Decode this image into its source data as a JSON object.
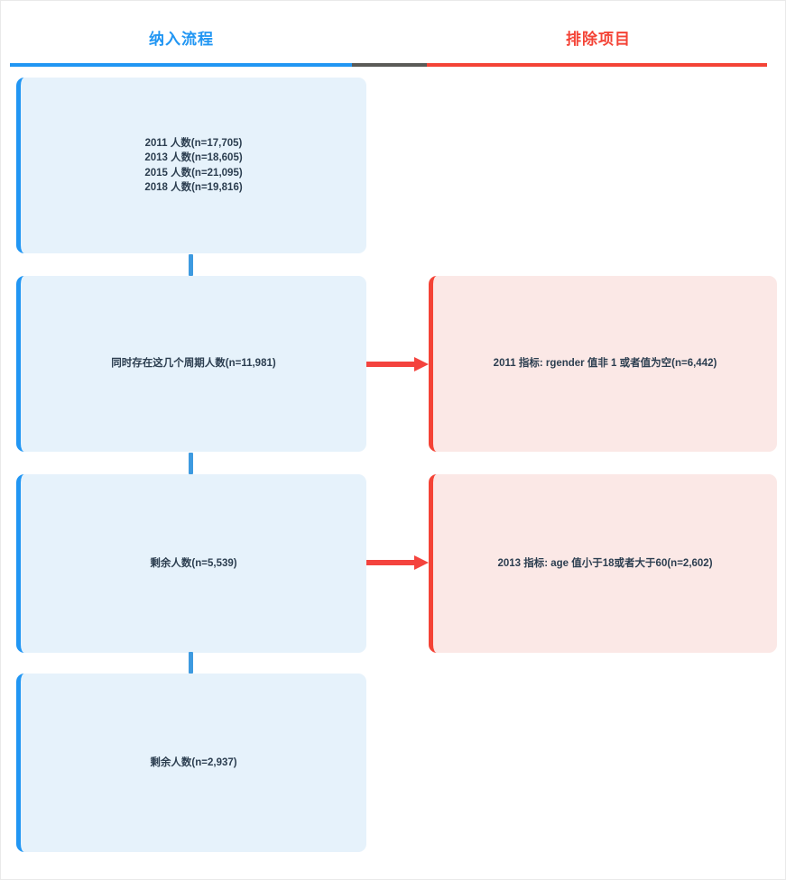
{
  "header": {
    "left_title": "纳入流程",
    "right_title": "排除项目",
    "divider": {
      "blue_color": "#2196f3",
      "gray_color": "#5a5a57",
      "red_color": "#f44336"
    }
  },
  "colors": {
    "include_accent": "#2196f3",
    "include_fill": "#e6f2fb",
    "exclude_accent": "#f44336",
    "exclude_fill": "#fbe8e6",
    "connector_blue": "#3d9ae0",
    "arrow_red": "#f4433e",
    "text": "#2c3e50"
  },
  "flow": {
    "include_boxes": [
      {
        "id": "cohort",
        "lines": [
          "2011 人数(n=17,705)",
          "2013 人数(n=18,605)",
          "2015 人数(n=21,095)",
          "2018 人数(n=19,816)"
        ]
      },
      {
        "id": "overlap",
        "lines": [
          "同时存在这几个周期人数(n=11,981)"
        ]
      },
      {
        "id": "remain-1",
        "lines": [
          "剩余人数(n=5,539)"
        ]
      },
      {
        "id": "remain-2",
        "lines": [
          "剩余人数(n=2,937)"
        ]
      }
    ],
    "exclude_boxes": [
      {
        "id": "exclude-1",
        "lines": [
          "2011 指标: rgender 值非 1 或者值为空(n=6,442)"
        ]
      },
      {
        "id": "exclude-2",
        "lines": [
          "2013 指标: age 值小于18或者大于60(n=2,602)"
        ]
      }
    ]
  },
  "chart_data": {
    "type": "diagram",
    "title": "纳入流程 / 排除项目",
    "columns": [
      "纳入流程",
      "排除项目"
    ],
    "nodes": [
      {
        "column": "纳入流程",
        "step": 1,
        "label": "2011 人数",
        "n": 17705
      },
      {
        "column": "纳入流程",
        "step": 1,
        "label": "2013 人数",
        "n": 18605
      },
      {
        "column": "纳入流程",
        "step": 1,
        "label": "2015 人数",
        "n": 21095
      },
      {
        "column": "纳入流程",
        "step": 1,
        "label": "2018 人数",
        "n": 19816
      },
      {
        "column": "纳入流程",
        "step": 2,
        "label": "同时存在这几个周期人数",
        "n": 11981
      },
      {
        "column": "排除项目",
        "step": 2,
        "label": "2011 指标: rgender 值非 1 或者值为空",
        "n": 6442
      },
      {
        "column": "纳入流程",
        "step": 3,
        "label": "剩余人数",
        "n": 5539
      },
      {
        "column": "排除项目",
        "step": 3,
        "label": "2013 指标: age 值小于18或者大于60",
        "n": 2602
      },
      {
        "column": "纳入流程",
        "step": 4,
        "label": "剩余人数",
        "n": 2937
      }
    ]
  }
}
